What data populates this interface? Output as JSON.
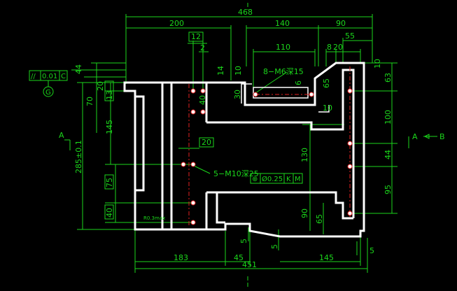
{
  "dimensions_top": {
    "overall": "468",
    "left_span": "200",
    "mid_span": "140",
    "right_span": "90",
    "right_55": "55",
    "width_110": "110",
    "w_8": "8",
    "w_20": "20",
    "w_12": "12",
    "w_2": "2",
    "w_14": "14",
    "w_10a": "10",
    "w_10b": "10"
  },
  "dimensions_bottom": {
    "overall": "451",
    "left_183": "183",
    "mid_45": "45",
    "right_145": "145",
    "step_5a": "5",
    "step_5b": "5",
    "step_5c": "5"
  },
  "dimensions_left": {
    "overall": "285±0.1",
    "d44": "44",
    "d70": "70",
    "d145": "145",
    "d20": "20",
    "d13": "13",
    "d75": "75",
    "d40": "40"
  },
  "dimensions_right": {
    "d63": "63",
    "d100": "100",
    "d44": "44",
    "d95": "95",
    "d10": "10"
  },
  "dimensions_inner": {
    "d130": "130",
    "d90": "90",
    "d65a": "65",
    "d65b": "65",
    "d10": "10",
    "d40": "40",
    "d30": "30",
    "d20box": "20",
    "d20": "20",
    "d6": "6"
  },
  "notes": {
    "holes_m6": "8−M6深15",
    "holes_m10": "5−M10深25",
    "position_symbol": "⊕",
    "position_tol": "Ø0.25",
    "datum_k": "K",
    "datum_m": "M",
    "parallel_symbol": "//",
    "parallel_tol": "0.01",
    "parallel_datum": "C",
    "datum_g": "G",
    "roughness": "R0.3max"
  },
  "sections": {
    "left_a": "A",
    "right_a": "A",
    "right_b": "B"
  }
}
